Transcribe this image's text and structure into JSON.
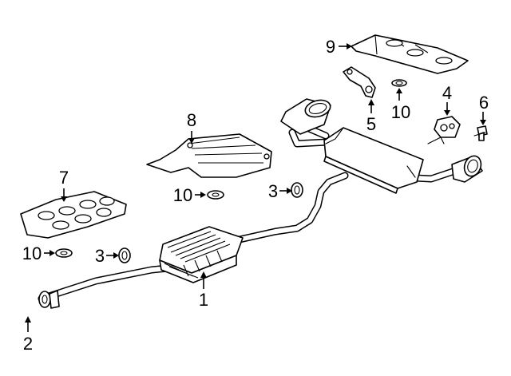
{
  "callouts": {
    "c1": "1",
    "c2": "2",
    "c3a": "3",
    "c3b": "3",
    "c4": "4",
    "c5": "5",
    "c6": "6",
    "c7": "7",
    "c8": "8",
    "c9": "9",
    "c10a": "10",
    "c10b": "10",
    "c10c": "10"
  }
}
